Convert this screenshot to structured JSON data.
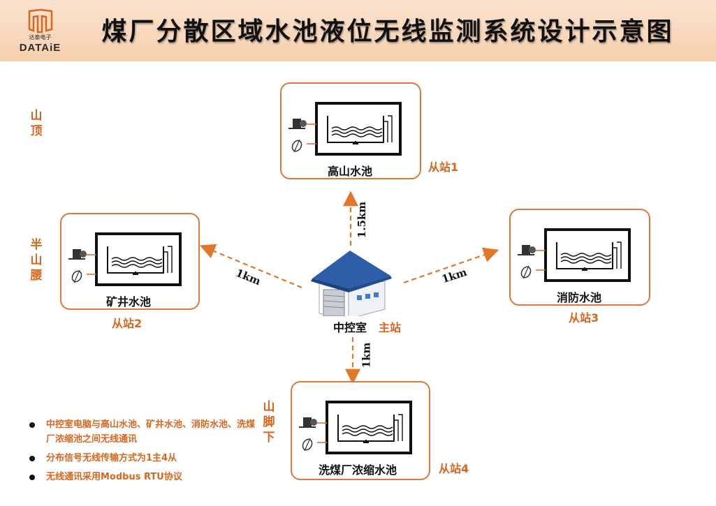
{
  "header": {
    "title": "煤厂分散区域水池液位无线监测系统设计示意图",
    "logo_sub": "达泰电子",
    "logo_text": "DATAiE"
  },
  "terrain": {
    "top": "山顶",
    "mid": "半山腰",
    "bottom": "山脚下"
  },
  "center": {
    "name": "中控室",
    "role": "主站"
  },
  "stations": [
    {
      "pool": "高山水池",
      "label": "从站1",
      "distance": "1.5km"
    },
    {
      "pool": "矿井水池",
      "label": "从站2",
      "distance": "1km"
    },
    {
      "pool": "消防水池",
      "label": "从站3",
      "distance": "1km"
    },
    {
      "pool": "洗煤厂浓缩水池",
      "label": "从站4",
      "distance": "1km"
    }
  ],
  "notes": [
    "中控室电脑与高山水池、矿井水池、消防水池、洗煤厂浓缩池之间无线通讯",
    "分布信号无线传输方式为1主4从",
    "无线通讯采用Modbus RTU协议"
  ],
  "colors": {
    "accent": "#d9661f",
    "border": "#d9793a",
    "building_roof": "#2f5ea8"
  }
}
